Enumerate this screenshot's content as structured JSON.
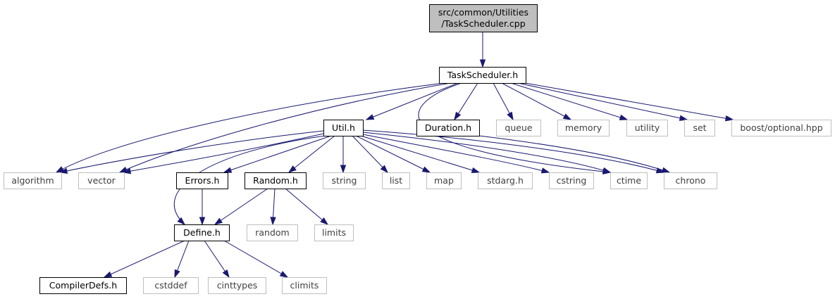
{
  "diagram": {
    "type": "include-dependency-graph",
    "colors": {
      "edge": "#191970",
      "root_fill": "#bfbfbf",
      "root_stroke": "#000000",
      "local_stroke": "#000000",
      "external_stroke": "#bfbfbf",
      "external_text": "#404040",
      "local_text": "#000000"
    },
    "nodes": [
      {
        "id": "root",
        "label_lines": [
          "src/common/Utilities",
          "/TaskScheduler.cpp"
        ],
        "kind": "root"
      },
      {
        "id": "taskscheduler_h",
        "label_lines": [
          "TaskScheduler.h"
        ],
        "kind": "local"
      },
      {
        "id": "util_h",
        "label_lines": [
          "Util.h"
        ],
        "kind": "local"
      },
      {
        "id": "duration_h",
        "label_lines": [
          "Duration.h"
        ],
        "kind": "local"
      },
      {
        "id": "queue",
        "label_lines": [
          "queue"
        ],
        "kind": "external"
      },
      {
        "id": "memory",
        "label_lines": [
          "memory"
        ],
        "kind": "external"
      },
      {
        "id": "utility",
        "label_lines": [
          "utility"
        ],
        "kind": "external"
      },
      {
        "id": "set",
        "label_lines": [
          "set"
        ],
        "kind": "external"
      },
      {
        "id": "boost_optional",
        "label_lines": [
          "boost/optional.hpp"
        ],
        "kind": "external"
      },
      {
        "id": "algorithm",
        "label_lines": [
          "algorithm"
        ],
        "kind": "external"
      },
      {
        "id": "vector",
        "label_lines": [
          "vector"
        ],
        "kind": "external"
      },
      {
        "id": "errors_h",
        "label_lines": [
          "Errors.h"
        ],
        "kind": "local"
      },
      {
        "id": "random_h",
        "label_lines": [
          "Random.h"
        ],
        "kind": "local"
      },
      {
        "id": "string",
        "label_lines": [
          "string"
        ],
        "kind": "external"
      },
      {
        "id": "list",
        "label_lines": [
          "list"
        ],
        "kind": "external"
      },
      {
        "id": "map",
        "label_lines": [
          "map"
        ],
        "kind": "external"
      },
      {
        "id": "stdarg_h",
        "label_lines": [
          "stdarg.h"
        ],
        "kind": "external"
      },
      {
        "id": "cstring",
        "label_lines": [
          "cstring"
        ],
        "kind": "external"
      },
      {
        "id": "ctime",
        "label_lines": [
          "ctime"
        ],
        "kind": "external"
      },
      {
        "id": "chrono",
        "label_lines": [
          "chrono"
        ],
        "kind": "external"
      },
      {
        "id": "define_h",
        "label_lines": [
          "Define.h"
        ],
        "kind": "local"
      },
      {
        "id": "random",
        "label_lines": [
          "random"
        ],
        "kind": "external"
      },
      {
        "id": "limits",
        "label_lines": [
          "limits"
        ],
        "kind": "external"
      },
      {
        "id": "compilerdefs_h",
        "label_lines": [
          "CompilerDefs.h"
        ],
        "kind": "local"
      },
      {
        "id": "cstddef",
        "label_lines": [
          "cstddef"
        ],
        "kind": "external"
      },
      {
        "id": "cinttypes",
        "label_lines": [
          "cinttypes"
        ],
        "kind": "external"
      },
      {
        "id": "climits",
        "label_lines": [
          "climits"
        ],
        "kind": "external"
      }
    ],
    "edges": [
      {
        "from": "root",
        "to": "taskscheduler_h"
      },
      {
        "from": "taskscheduler_h",
        "to": "algorithm"
      },
      {
        "from": "taskscheduler_h",
        "to": "vector"
      },
      {
        "from": "taskscheduler_h",
        "to": "util_h"
      },
      {
        "from": "taskscheduler_h",
        "to": "ctime"
      },
      {
        "from": "taskscheduler_h",
        "to": "duration_h"
      },
      {
        "from": "taskscheduler_h",
        "to": "queue"
      },
      {
        "from": "taskscheduler_h",
        "to": "memory"
      },
      {
        "from": "taskscheduler_h",
        "to": "utility"
      },
      {
        "from": "taskscheduler_h",
        "to": "set"
      },
      {
        "from": "taskscheduler_h",
        "to": "boost_optional"
      },
      {
        "from": "util_h",
        "to": "algorithm"
      },
      {
        "from": "util_h",
        "to": "vector"
      },
      {
        "from": "util_h",
        "to": "define_h"
      },
      {
        "from": "util_h",
        "to": "errors_h"
      },
      {
        "from": "util_h",
        "to": "random_h"
      },
      {
        "from": "util_h",
        "to": "string"
      },
      {
        "from": "util_h",
        "to": "list"
      },
      {
        "from": "util_h",
        "to": "map"
      },
      {
        "from": "util_h",
        "to": "stdarg_h"
      },
      {
        "from": "util_h",
        "to": "cstring"
      },
      {
        "from": "util_h",
        "to": "ctime"
      },
      {
        "from": "util_h",
        "to": "chrono"
      },
      {
        "from": "duration_h",
        "to": "chrono"
      },
      {
        "from": "errors_h",
        "to": "define_h"
      },
      {
        "from": "random_h",
        "to": "define_h"
      },
      {
        "from": "random_h",
        "to": "random"
      },
      {
        "from": "random_h",
        "to": "limits"
      },
      {
        "from": "define_h",
        "to": "compilerdefs_h"
      },
      {
        "from": "define_h",
        "to": "cstddef"
      },
      {
        "from": "define_h",
        "to": "cinttypes"
      },
      {
        "from": "define_h",
        "to": "climits"
      }
    ]
  }
}
